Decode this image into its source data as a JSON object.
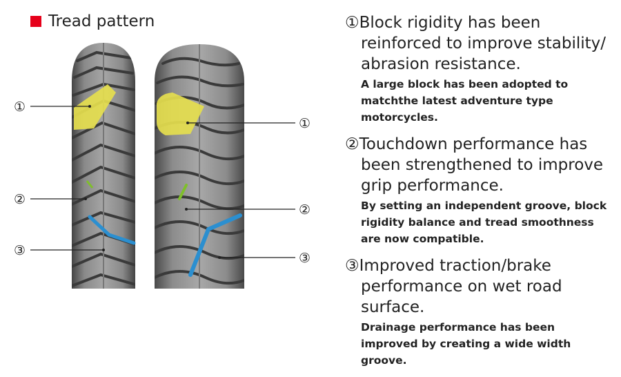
{
  "header": {
    "title": "Tread pattern",
    "marker_color": "#e6001a"
  },
  "markers": [
    "①",
    "②",
    "③"
  ],
  "colors": {
    "rigidity_block": "#e5de4e",
    "touchdown_groove": "#7fbf2a",
    "wide_groove": "#2b8fd0"
  },
  "points": [
    {
      "number": "①",
      "heading": "Block rigidity has been reinforced to improve stability/ abrasion resistance.",
      "detail": "A large block has been adopted to matchthe latest adventure type motorcycles."
    },
    {
      "number": "②",
      "heading": "Touchdown performance has been strengthened to improve grip performance.",
      "detail": "By setting an independent groove, block rigidity balance and tread smoothness are now compatible."
    },
    {
      "number": "③",
      "heading": "Improved traction/brake performance on wet road surface.",
      "detail": "Drainage performance has been improved by creating a wide width groove."
    }
  ]
}
